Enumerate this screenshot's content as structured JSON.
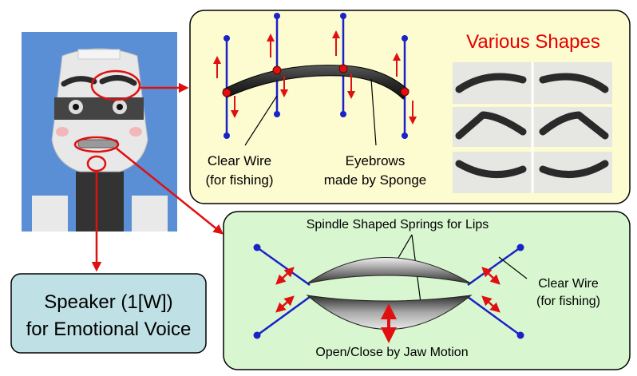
{
  "eyebrow_panel": {
    "title": "Various Shapes",
    "clear_wire_line1": "Clear Wire",
    "clear_wire_line2": "(for fishing)",
    "eyebrows_line1": "Eyebrows",
    "eyebrows_line2": "made by Sponge"
  },
  "lips_panel": {
    "springs_label": "Spindle Shaped Springs for Lips",
    "clear_wire_line1": "Clear Wire",
    "clear_wire_line2": "(for fishing)",
    "jaw_label": "Open/Close by Jaw Motion"
  },
  "speaker_box": {
    "line1": "Speaker (1[W])",
    "line2": "for Emotional Voice"
  },
  "colors": {
    "eyebrow_panel_bg": "#fdfbd0",
    "lips_panel_bg": "#d8f7d0",
    "speaker_box_bg": "#bfe0e4",
    "title_red": "#e60000",
    "arrow_red": "#e01010",
    "wire_blue": "#1a22c8"
  },
  "icons": {
    "robot_photo": "robot-head-photo",
    "shape_samples": "eyebrow-shape-photo"
  }
}
